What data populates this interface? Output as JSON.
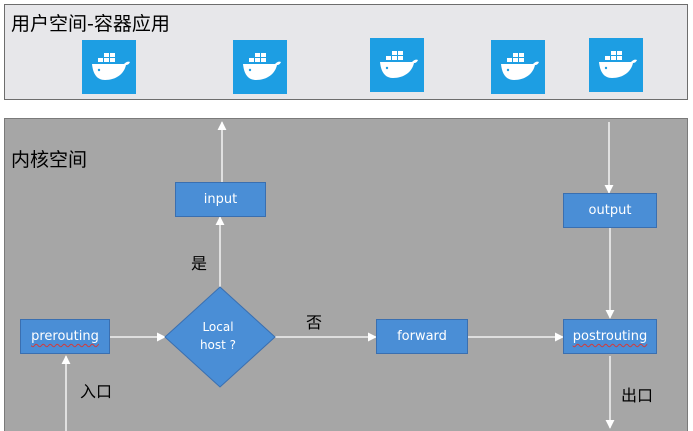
{
  "user_space": {
    "title": "用户空间-容器应用",
    "containers": [
      {
        "icon": "docker-whale-icon"
      },
      {
        "icon": "docker-whale-icon"
      },
      {
        "icon": "docker-whale-icon"
      },
      {
        "icon": "docker-whale-icon"
      },
      {
        "icon": "docker-whale-icon"
      }
    ]
  },
  "kernel_space": {
    "title": "内核空间",
    "nodes": {
      "input": "input",
      "output": "output",
      "prerouting": "prerouting",
      "decision_line1": "Local",
      "decision_line2": "host ?",
      "forward": "forward",
      "postrouting": "postrouting"
    },
    "edge_labels": {
      "yes": "是",
      "no": "否",
      "entry": "入口",
      "exit": "出口"
    }
  },
  "colors": {
    "user_bg": "#e7e7ea",
    "kernel_bg": "#a6a6a6",
    "node_fill": "#4a8ed6",
    "docker_bg": "#1d9ee3",
    "arrow": "#ffffff"
  }
}
